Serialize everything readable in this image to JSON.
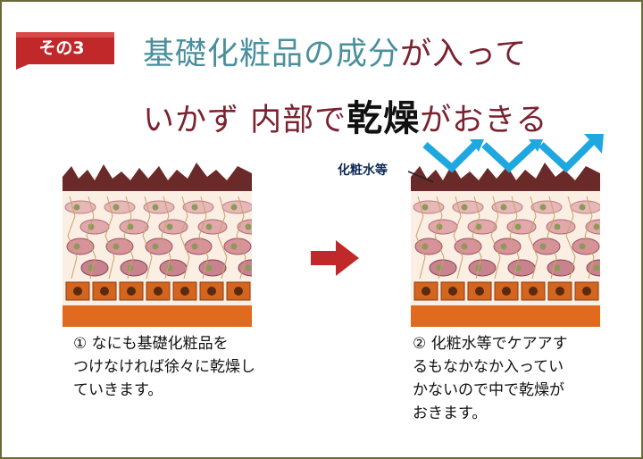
{
  "badge": {
    "text": "その3",
    "color": "#c0282a"
  },
  "title": {
    "line1_part1": "基礎化粧品の成分",
    "line1_part2": "が入って",
    "line2_part1": "いかず 内部で",
    "line2_part2": "乾燥",
    "line2_part3": "がおきる"
  },
  "colors": {
    "teal": "#4a8f9c",
    "maroon": "#7a2230",
    "frame": "#6b6b3a",
    "arrow": "#c0282a",
    "blue_arrows": "#1fa7e0"
  },
  "diagram": {
    "cosmetic_label": "化粧水等"
  },
  "captions": {
    "left": "① なにも基礎化粧品を\nつけなければ徐々に乾燥し\nていきます。",
    "right": "② 化粧水等でケアアす\nるもなかなか入ってい\nかないので中で乾燥が\nおきます。"
  }
}
